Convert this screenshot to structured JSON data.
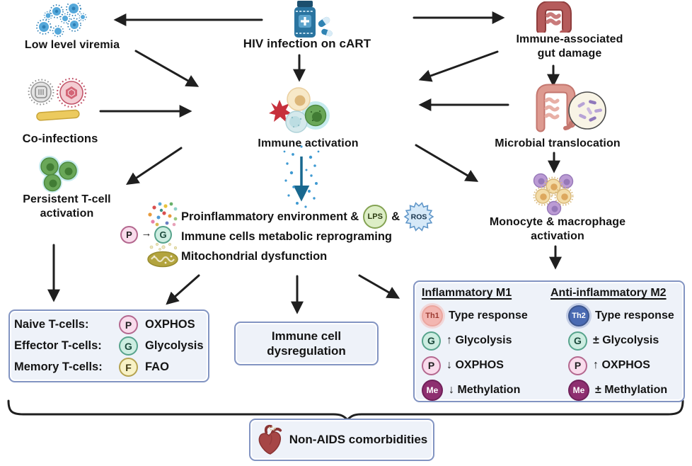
{
  "figure": {
    "nodes": {
      "low_level_viremia": "Low level viremia",
      "hiv_infection": "HIV infection on cART",
      "gut_damage_line1": "Immune-associated",
      "gut_damage_line2": "gut damage",
      "co_infections": "Co-infections",
      "immune_activation": "Immune activation",
      "microbial_translocation": "Microbial translocation",
      "persistent_tcell_line1": "Persistent T-cell",
      "persistent_tcell_line2": "activation",
      "monocyte_line1": "Monocyte & macrophage",
      "monocyte_line2": "activation"
    },
    "proinflammatory": {
      "line1_text": "Proinflammatory environment &",
      "lps_badge": "LPS",
      "ampersand": "&",
      "ros_badge": "ROS",
      "line2_text": "Immune cells metabolic reprograming",
      "line3_text": "Mitochondrial dysfunction",
      "p_badge": "P",
      "arrow_glyph": "→",
      "g_badge": "G"
    },
    "tcell_box": {
      "rows": [
        {
          "label": "Naive T-cells:",
          "badge": "P",
          "value": "OXPHOS"
        },
        {
          "label": "Effector T-cells:",
          "badge": "G",
          "value": "Glycolysis"
        },
        {
          "label": "Memory T-cells:",
          "badge": "F",
          "value": "FAO"
        }
      ]
    },
    "dysregulation_box": {
      "line1": "Immune cell",
      "line2": "dysregulation"
    },
    "m1m2_box": {
      "m1_title": "Inflammatory M1",
      "m2_title": "Anti-inflammatory M2",
      "m1_rows": [
        {
          "badge": "Th1",
          "text": "Type response"
        },
        {
          "badge": "G",
          "text": "↑ Glycolysis"
        },
        {
          "badge": "P",
          "text": "↓ OXPHOS"
        },
        {
          "badge": "Me",
          "text": "↓ Methylation"
        }
      ],
      "m2_rows": [
        {
          "badge": "Th2",
          "text": "Type response"
        },
        {
          "badge": "G",
          "text": "± Glycolysis"
        },
        {
          "badge": "P",
          "text": "↑ OXPHOS"
        },
        {
          "badge": "Me",
          "text": "± Methylation"
        }
      ]
    },
    "comorbidities": "Non-AIDS comorbidities",
    "colors": {
      "box_fill": "#eef2f9",
      "box_border": "#8294c2",
      "badge_p": "#f9dcec",
      "badge_g": "#cdede1",
      "badge_f": "#f8f2c6",
      "badge_me": "#8e2f70",
      "badge_th1": "#f3b6b1",
      "badge_th2": "#4a6ab2",
      "badge_lps": "#ddeec6",
      "ros_fill": "#d6e9f8",
      "arrow_black": "#1f1f1f",
      "arrow_teal": "#19688f"
    }
  }
}
